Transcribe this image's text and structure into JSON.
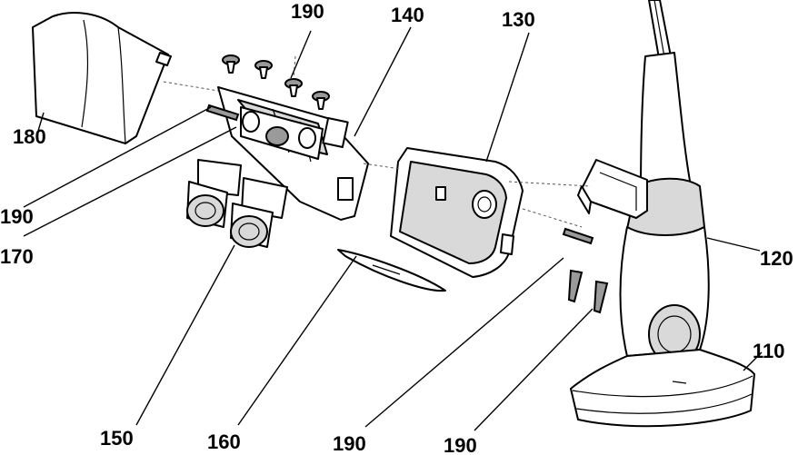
{
  "labels": {
    "l110": "110",
    "l120": "120",
    "l130": "130",
    "l140": "140",
    "l150": "150",
    "l160": "160",
    "l170": "170",
    "l180": "180",
    "l190_top": "190",
    "l190_left": "190",
    "l190_bottom_mid": "190",
    "l190_bottom_right": "190"
  }
}
